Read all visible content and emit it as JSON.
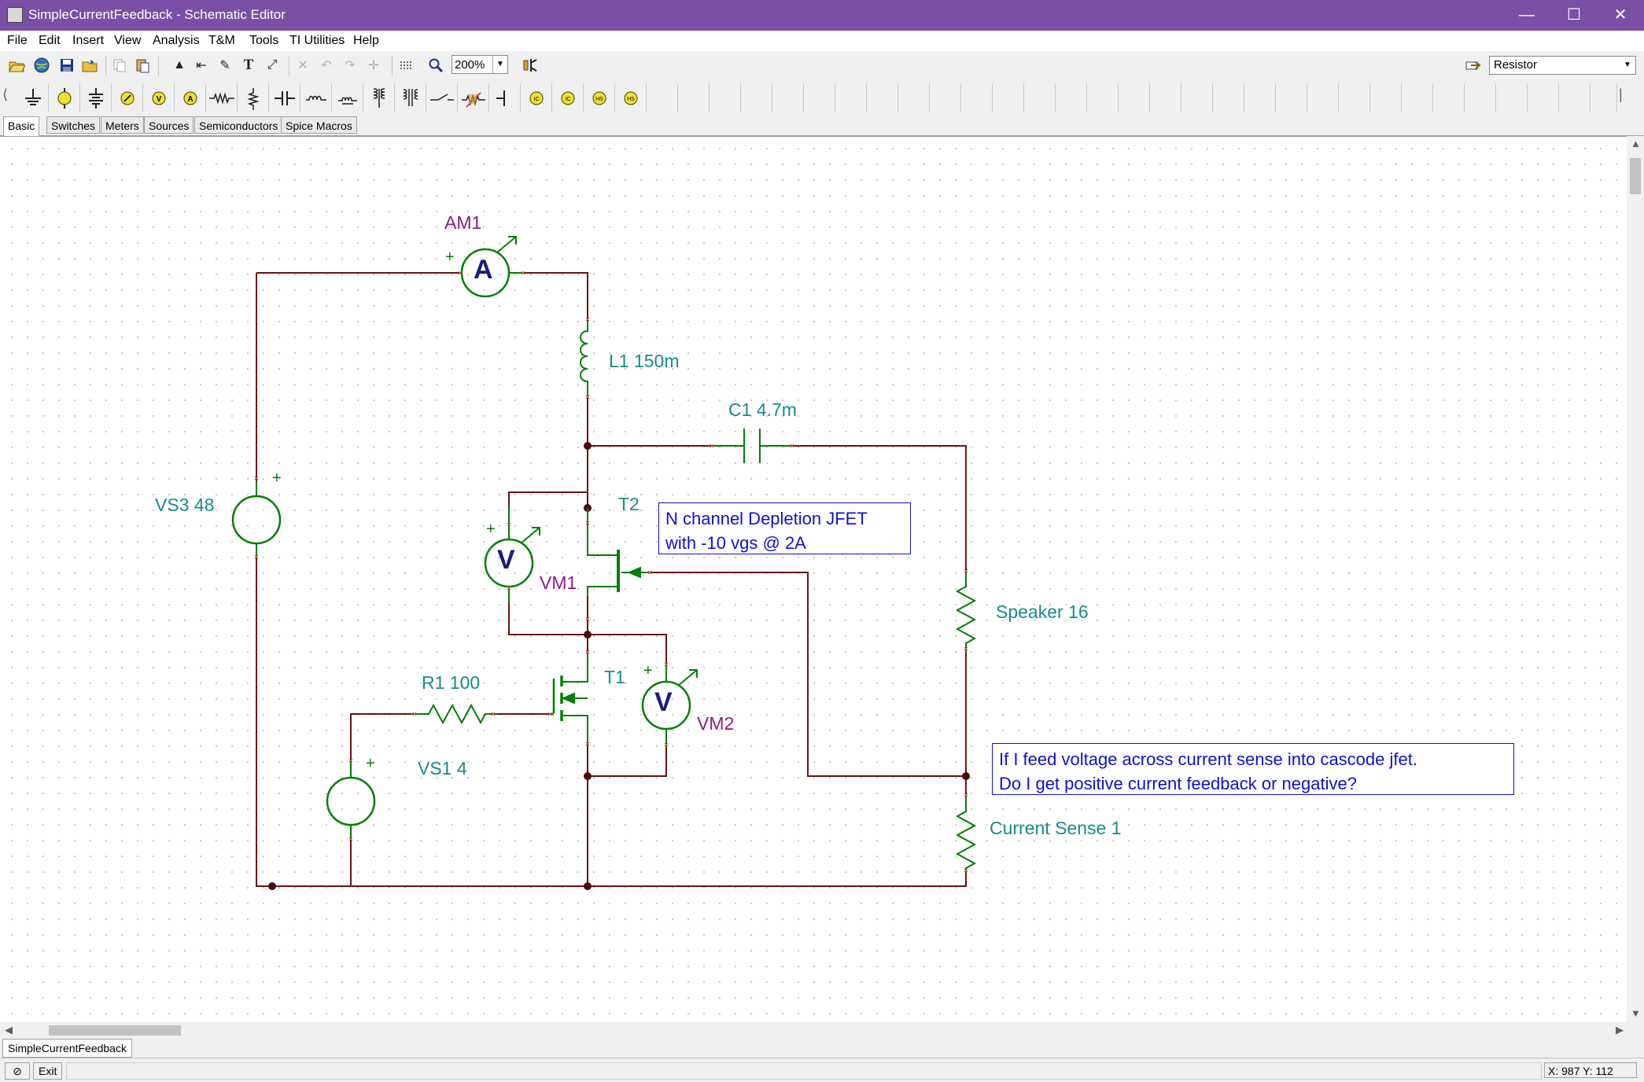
{
  "window": {
    "title": "SimpleCurrentFeedback - Schematic Editor",
    "minimize": "—",
    "maximize": "☐",
    "close": "✕"
  },
  "menu": [
    "File",
    "Edit",
    "Insert",
    "View",
    "Analysis",
    "T&M",
    "Tools",
    "TI Utilities",
    "Help"
  ],
  "toolbar": {
    "zoom": "200%",
    "component_selected": "Resistor"
  },
  "palette_tabs": [
    "Basic",
    "Switches",
    "Meters",
    "Sources",
    "Semiconductors",
    "Spice Macros"
  ],
  "palette_active_tab": "Basic",
  "schematic": {
    "labels": {
      "am1": "AM1",
      "l1": "L1 150m",
      "c1": "C1 4.7m",
      "vs3": "VS3 48",
      "t2": "T2",
      "vm1": "VM1",
      "speaker": "Speaker 16",
      "r1": "R1 100",
      "t1": "T1",
      "vm2": "VM2",
      "vs1": "VS1 4",
      "current_sense": "Current Sense 1",
      "ammeter_symbol": "A",
      "voltmeter_symbol": "V",
      "plus": "+"
    },
    "note1": [
      "N channel Depletion JFET",
      "with -10 vgs @ 2A"
    ],
    "note2": [
      "If I feed voltage across current sense into cascode jfet.",
      "Do I get positive current feedback or negative?"
    ],
    "colors": {
      "wire": "#6b1414",
      "component": "#008000",
      "label_teal": "#1a8a8a",
      "label_purple": "#8b1a8b",
      "note_text": "#1010d0",
      "meter_symbol": "#1a1a80",
      "pin_marker": "#e05050"
    }
  },
  "document_tab": "SimpleCurrentFeedback",
  "status": {
    "exit": "Exit",
    "coords": "X: 987  Y: 112"
  }
}
